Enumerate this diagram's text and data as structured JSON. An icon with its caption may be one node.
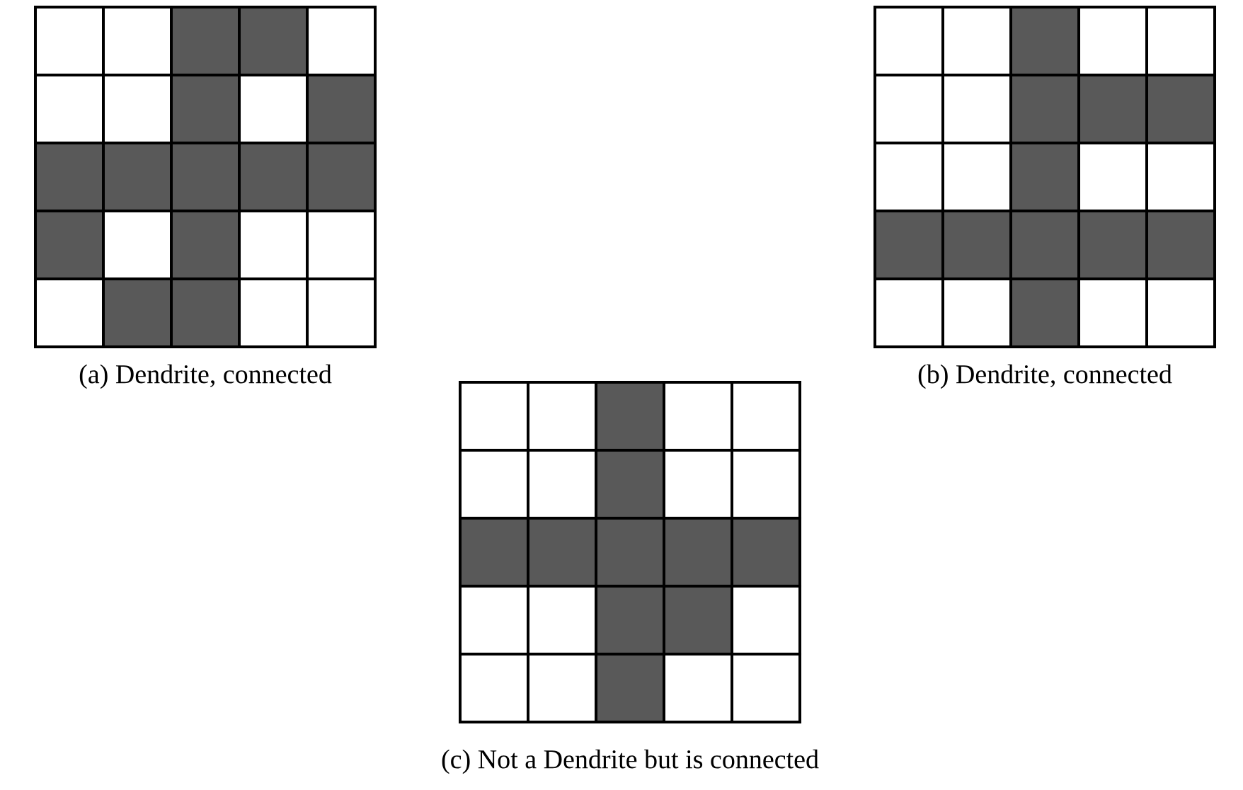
{
  "diagram": {
    "labels": [
      "(a) Dendrite, connected",
      "(b) Dendrite, connected",
      "(c) Not a Dendrite but is connected"
    ]
  }
}
